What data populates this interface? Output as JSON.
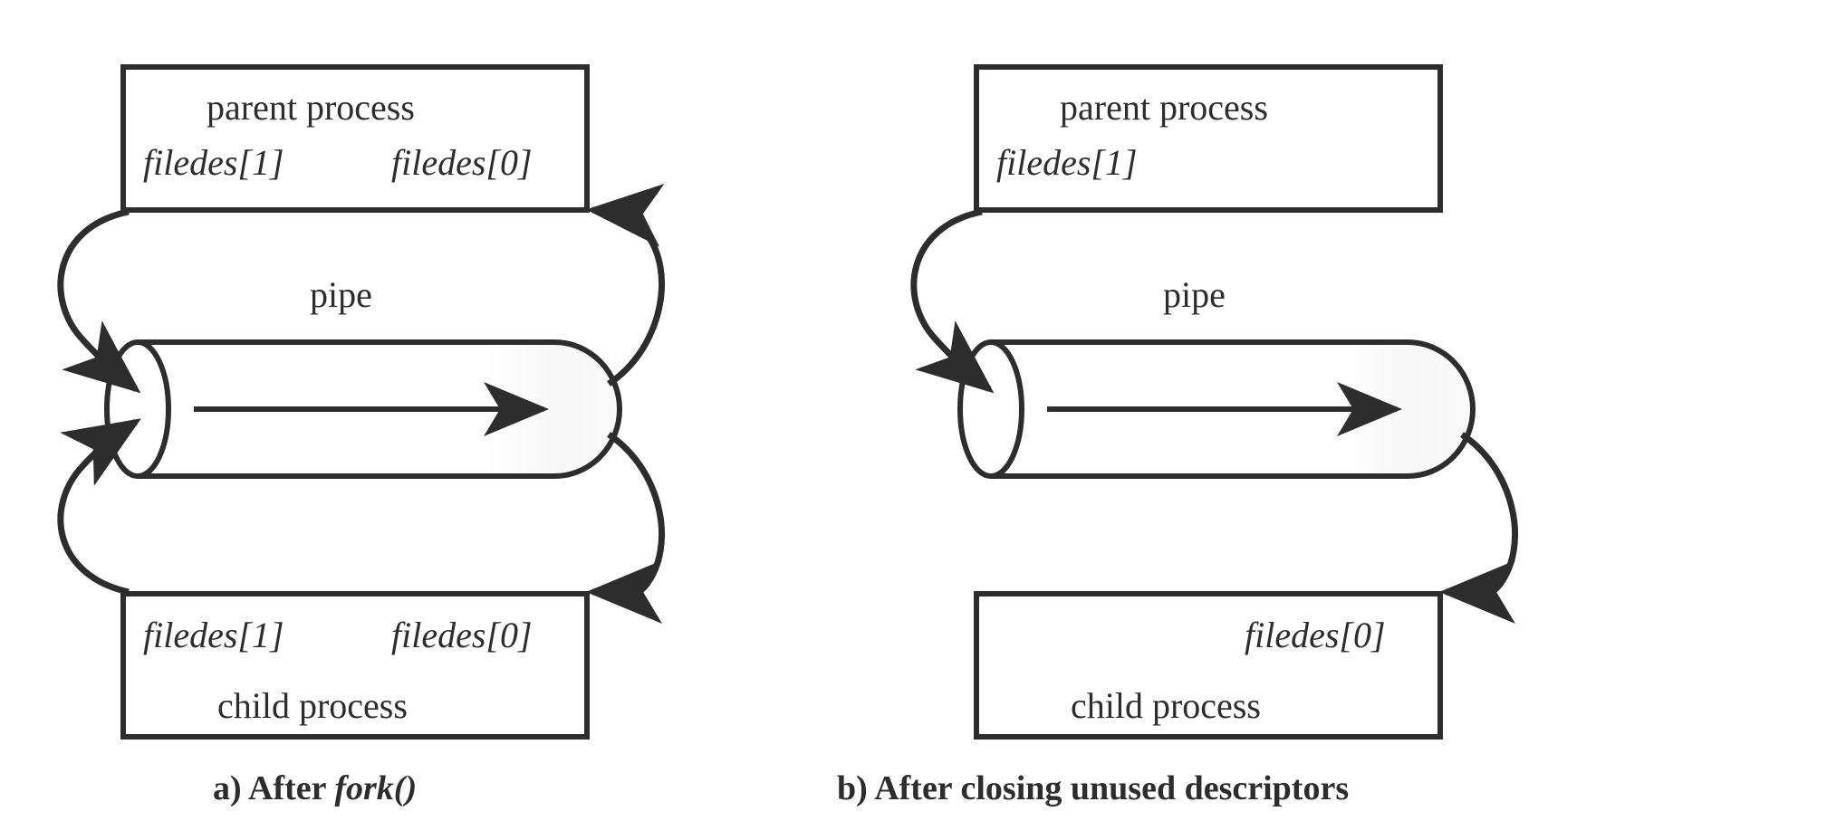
{
  "figure": {
    "title_absent": true,
    "ink_color": "#2d2d2d",
    "background_color": "#ffffff"
  },
  "panels": [
    {
      "id": "a",
      "caption_prefix": "a) After ",
      "caption_emphasis": "fork()",
      "caption_full": "a) After fork()",
      "parent_box": {
        "title": "parent process",
        "descriptors": [
          "filedes[1]",
          "filedes[0]"
        ]
      },
      "pipe": {
        "label": "pipe",
        "flow_direction": "left-to-right"
      },
      "child_box": {
        "title": "child process",
        "descriptors": [
          "filedes[1]",
          "filedes[0]"
        ]
      },
      "connections": [
        "parent filedes[1] -> pipe write end",
        "child filedes[1] -> pipe write end",
        "pipe read end -> parent filedes[0]",
        "pipe read end -> child filedes[0]"
      ]
    },
    {
      "id": "b",
      "caption_prefix": "b) After closing unused descriptors",
      "caption_emphasis": "",
      "caption_full": "b) After closing unused descriptors",
      "parent_box": {
        "title": "parent process",
        "descriptors": [
          "filedes[1]"
        ]
      },
      "pipe": {
        "label": "pipe",
        "flow_direction": "left-to-right"
      },
      "child_box": {
        "title": "child process",
        "descriptors": [
          "filedes[0]"
        ]
      },
      "connections": [
        "parent filedes[1] -> pipe write end",
        "pipe read end -> child filedes[0]"
      ]
    }
  ],
  "labels": {
    "parent_process": "parent process",
    "child_process": "child process",
    "pipe": "pipe",
    "filedes_write": "filedes[1]",
    "filedes_read": "filedes[0]",
    "caption_a_prefix": "a) After ",
    "caption_a_fork": "fork()",
    "caption_b": "b) After closing unused descriptors"
  }
}
